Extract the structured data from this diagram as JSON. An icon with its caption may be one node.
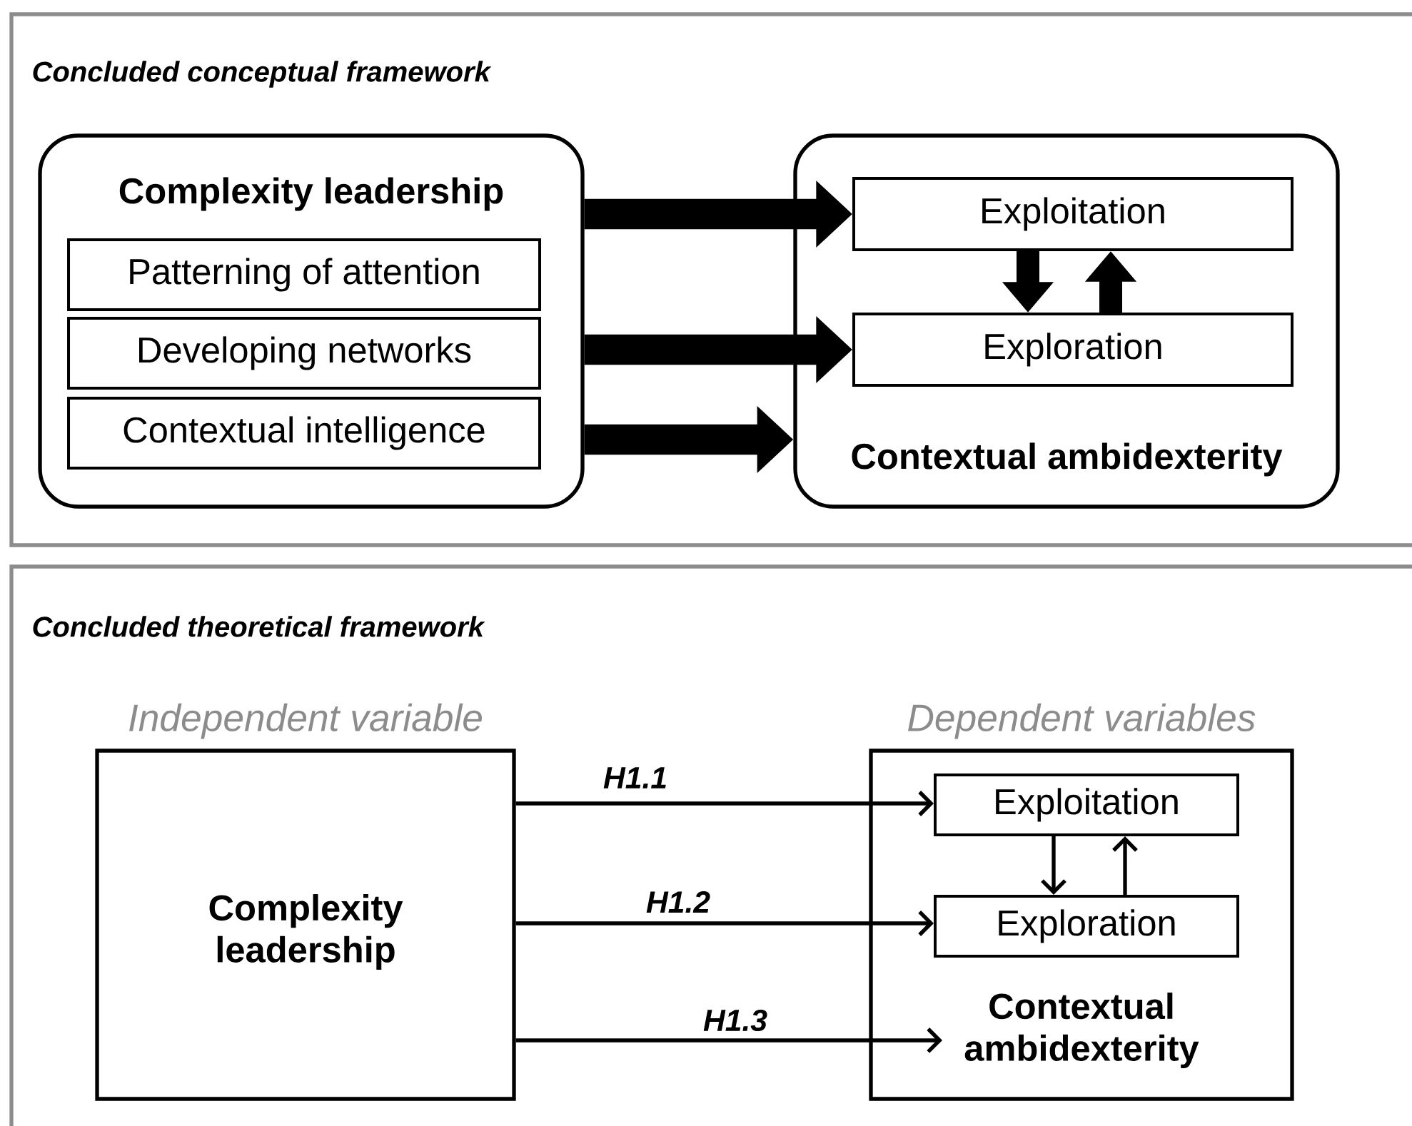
{
  "diagram": {
    "nodes": [
      {
        "text": [
          "Concluded conceptual framework"
        ]
      },
      {
        "text": [
          "Complexity leadership"
        ],
        "in": 0
      },
      {
        "text": [
          "Patterning of attention"
        ],
        "in": 1
      },
      {
        "text": [
          "Developing networks"
        ],
        "in": 1
      },
      {
        "text": [
          "Contextual intelligence"
        ],
        "in": 1
      },
      {
        "text": [
          "Contextual ambidexterity"
        ],
        "in": 0
      },
      {
        "text": [
          "Exploitation"
        ],
        "in": 5
      },
      {
        "text": [
          "Exploration"
        ],
        "in": 5
      },
      {
        "text": [
          "Concluded theoretical framework"
        ]
      },
      {
        "text": [
          "Independent variable",
          "Complexity leadership"
        ],
        "in": 8
      },
      {
        "text": [
          "Dependent variables",
          "Contextual ambidexterity"
        ],
        "in": 8
      },
      {
        "text": [
          "Exploitation"
        ],
        "in": 10
      },
      {
        "text": [
          "Exploration"
        ],
        "in": 10
      }
    ],
    "edges": [
      {
        "from": 1,
        "to": 6,
        "arrow": "to",
        "style": "thick"
      },
      {
        "from": 1,
        "to": 7,
        "arrow": "to",
        "style": "thick"
      },
      {
        "from": 1,
        "to": 5,
        "arrow": "to",
        "style": "thick"
      },
      {
        "from": 6,
        "to": 7,
        "arrow": "to",
        "style": "thick"
      },
      {
        "from": 7,
        "to": 6,
        "arrow": "to",
        "style": "thick"
      },
      {
        "from": 9,
        "to": 11,
        "arrow": "to",
        "label": "H1.1"
      },
      {
        "from": 9,
        "to": 12,
        "arrow": "to",
        "label": "H1.2"
      },
      {
        "from": 9,
        "to": 10,
        "arrow": "to",
        "label": "H1.3"
      },
      {
        "from": 11,
        "to": 12,
        "arrow": "to"
      },
      {
        "from": 12,
        "to": 11,
        "arrow": "to"
      }
    ]
  }
}
